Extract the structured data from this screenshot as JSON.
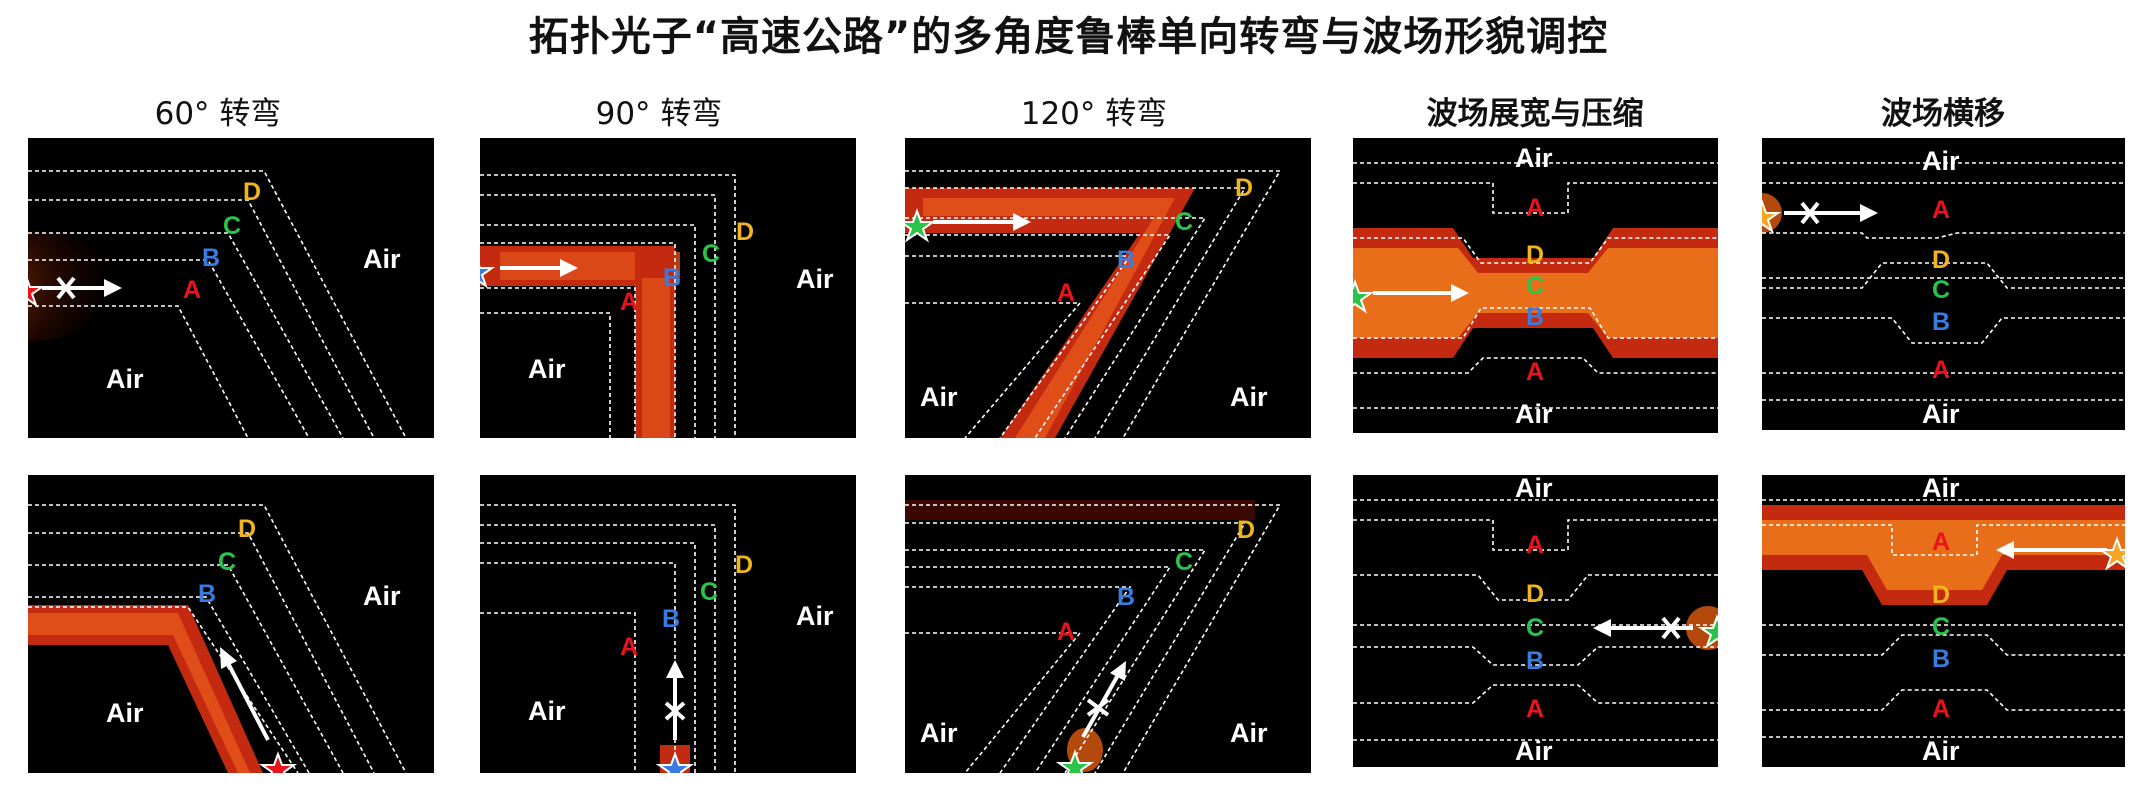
{
  "title": "拓扑光子“高速公路”的多角度鲁棒单向转弯与波场形貌调控",
  "columns": [
    {
      "title": "60° 转弯",
      "bold": false
    },
    {
      "title": "90° 转弯",
      "bold": false
    },
    {
      "title": "120° 转弯",
      "bold": false
    },
    {
      "title": "波场展宽与压缩",
      "bold": true
    },
    {
      "title": "波场横移",
      "bold": true
    }
  ],
  "labels": {
    "air": "Air",
    "A": "A",
    "B": "B",
    "C": "C",
    "D": "D"
  },
  "colors": {
    "A": "#e8141c",
    "B": "#3a7be0",
    "C": "#2bc44a",
    "D": "#f0b41c",
    "star_red": "#e8141c",
    "star_blue": "#3a7be0",
    "star_green": "#2bc44a",
    "star_orange": "#f5a623",
    "panel_bg": "#000000",
    "field_hot": "#ff7a10",
    "field_dark": "#7a0c00"
  }
}
